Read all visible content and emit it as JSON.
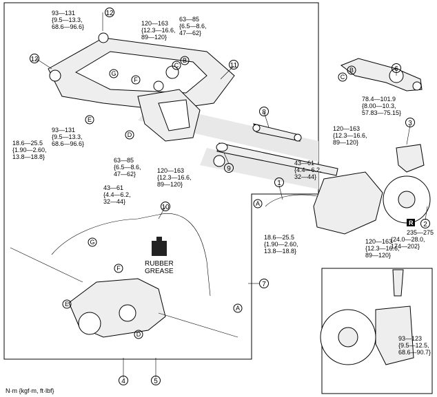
{
  "units_note": "N·m {kgf·m, ft·lbf}",
  "callouts": [
    {
      "id": "c1",
      "num": "1"
    },
    {
      "id": "c2",
      "num": "2"
    },
    {
      "id": "c3",
      "num": "3"
    },
    {
      "id": "c4",
      "num": "4"
    },
    {
      "id": "c5",
      "num": "5"
    },
    {
      "id": "c6",
      "num": "6"
    },
    {
      "id": "c7",
      "num": "7"
    },
    {
      "id": "c8",
      "num": "8"
    },
    {
      "id": "c9",
      "num": "9"
    },
    {
      "id": "c10",
      "num": "10"
    },
    {
      "id": "c11",
      "num": "11"
    },
    {
      "id": "c12a",
      "num": "12"
    },
    {
      "id": "c12b",
      "num": "12"
    }
  ],
  "torques": {
    "t_top_left": [
      "93—131",
      "{9.5—13.3,",
      "68.6—96.6}"
    ],
    "t_top_mid": [
      "120—163",
      "{12.3—16.6,",
      "89—120}"
    ],
    "t_top_right": [
      "63—85",
      "{6.5—8.6,",
      "47—62}"
    ],
    "t_left_low": [
      "18.6—25.5",
      "{1.90—2.60,",
      "13.8—18.8}"
    ],
    "t_left_mid": [
      "93—131",
      "{9.5—13.3,",
      "68.6—96.6}"
    ],
    "t_mid_left": [
      "63—85",
      "{6.5—8.6,",
      "47—62}"
    ],
    "t_mid_center": [
      "120—163",
      "{12.3—16.6,",
      "89—120}"
    ],
    "t_stab": [
      "43—61",
      "{4.4—6.2,",
      "32—44}"
    ],
    "t_hub_top": [
      "78.4—101.9",
      "{8.00—10.3,",
      "57.83—75.15}"
    ],
    "t_knuckle_top": [
      "120—163",
      "{12.3—16.6,",
      "89—120}"
    ],
    "t_knuckle_mid": [
      "43—61",
      "{4.4—6.2,",
      "32—44}"
    ],
    "t_knuckle_low": [
      "18.6—25.5",
      "{1.90—2.60,",
      "13.8—18.8}"
    ],
    "t_knuckle_bot": [
      "120—163",
      "{12.3—16.6,",
      "89—120}"
    ],
    "t_hub_nut": [
      "235—275",
      "{24.0—28.0,",
      "174—202}"
    ],
    "t_inset": [
      "93—123",
      "{9.5—12.5,",
      "68.6—90.7}"
    ]
  },
  "letters": [
    "A",
    "B",
    "C",
    "D",
    "E",
    "F",
    "G"
  ],
  "grease_label": [
    "RUBBER",
    "GREASE"
  ],
  "r_mark": "R"
}
